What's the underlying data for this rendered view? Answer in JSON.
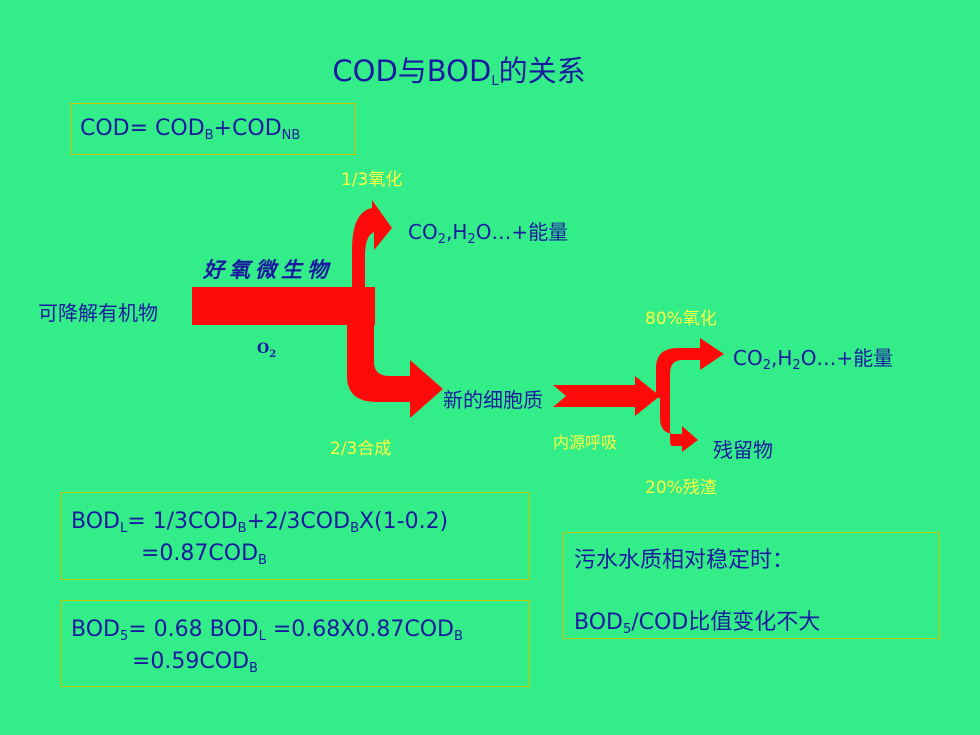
{
  "title": {
    "main": "COD与BOD",
    "sub": "L",
    "tail": "的关系"
  },
  "cod_box": {
    "a": "COD= COD",
    "b_sub": "B",
    "c": "+COD",
    "d_sub": "NB"
  },
  "labels": {
    "ox_third": "1/3氧化",
    "co2_1": {
      "a": "CO",
      "b": "2",
      "c": ",H",
      "d": "2",
      "e": "O…+能量"
    },
    "aerobe": "好氧微生物",
    "degradable": "可降解有机物",
    "o2": {
      "a": "O",
      "b": "2"
    },
    "syn_23": "2/3合成",
    "new_cell": "新的细胞质",
    "endogenous": "内源呼吸",
    "ox_80": "80%氧化",
    "co2_2": {
      "a": "CO",
      "b": "2",
      "c": ",H",
      "d": "2",
      "e": "O…+能量"
    },
    "residue": "残留物",
    "residue_20": "20%残渣"
  },
  "bodl_box": {
    "l1": {
      "a": "BOD",
      "b": "L",
      "c": "= 1/3COD",
      "d": "B",
      "e": "+2/3COD",
      "f": "B",
      "g": "X(1-0.2)"
    },
    "l2": {
      "a": "=0.87COD",
      "b": "B"
    }
  },
  "bod5_box": {
    "l1": {
      "a": "BOD",
      "b": "5",
      "c": "= 0.68 BOD",
      "d": "L",
      "e": " =0.68X0.87COD",
      "f": "B"
    },
    "l2": {
      "a": "=0.59COD",
      "b": "B"
    }
  },
  "note_box": {
    "l1": "污水水质相对稳定时：",
    "l2": {
      "a": "BOD",
      "b": "5",
      "c": "/COD比值变化不大"
    }
  },
  "colors": {
    "background": "#33ee88",
    "text": "#1a1aa0",
    "highlight": "#ffff40",
    "arrow": "#ff0a0a",
    "box_border": "#c8c800"
  }
}
